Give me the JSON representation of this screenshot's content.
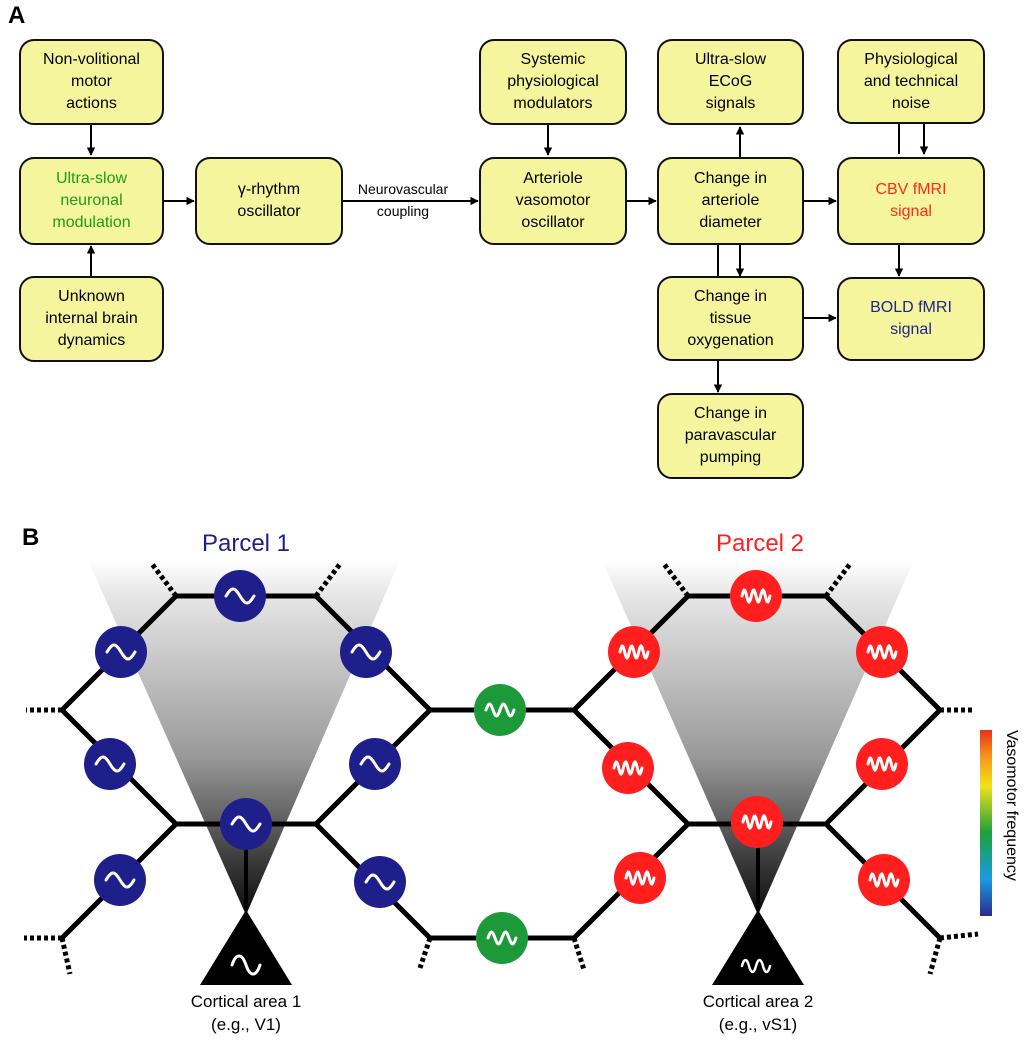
{
  "panel_a": {
    "letter": "A",
    "boxes": {
      "nonvolitional": "Non-volitional\nmotor\nactions",
      "ultraslow_mod": "Ultra-slow\nneuronal\nmodulation",
      "unknown": "Unknown\ninternal brain\ndynamics",
      "gamma": "γ-rhythm\noscillator",
      "systemic": "Systemic\nphysiological\nmodulators",
      "arteriole_osc": "Arteriole\nvasomotor\noscillator",
      "ecog": "Ultra-slow\nECoG\nsignals",
      "arteriole_diam": "Change in\narteriole\ndiameter",
      "tissue_oxy": "Change in\ntissue\noxygenation",
      "paravascular": "Change in\nparavascular\npumping",
      "noise": "Physiological\nand technical\nnoise",
      "cbv": "CBV fMRI\nsignal",
      "bold": "BOLD fMRI\nsignal"
    },
    "colors": {
      "box_fill": "#f5f59d",
      "ultraslow_text": "#1e9c1e",
      "cbv_text": "#ff2a1a",
      "bold_text": "#23238f"
    },
    "edge_label": "Neurovascular\ncoupling"
  },
  "panel_b": {
    "letter": "B",
    "parcel1": {
      "title": "Parcel 1",
      "color": "#1f1f8c"
    },
    "parcel2": {
      "title": "Parcel 2",
      "color": "#ff1f1f"
    },
    "bridge_color": "#1c9a3a",
    "area1": "Cortical area 1\n(e.g., V1)",
    "area2": "Cortical area 2\n(e.g., vS1)",
    "colorbar_label": "Vasomotor frequency"
  }
}
